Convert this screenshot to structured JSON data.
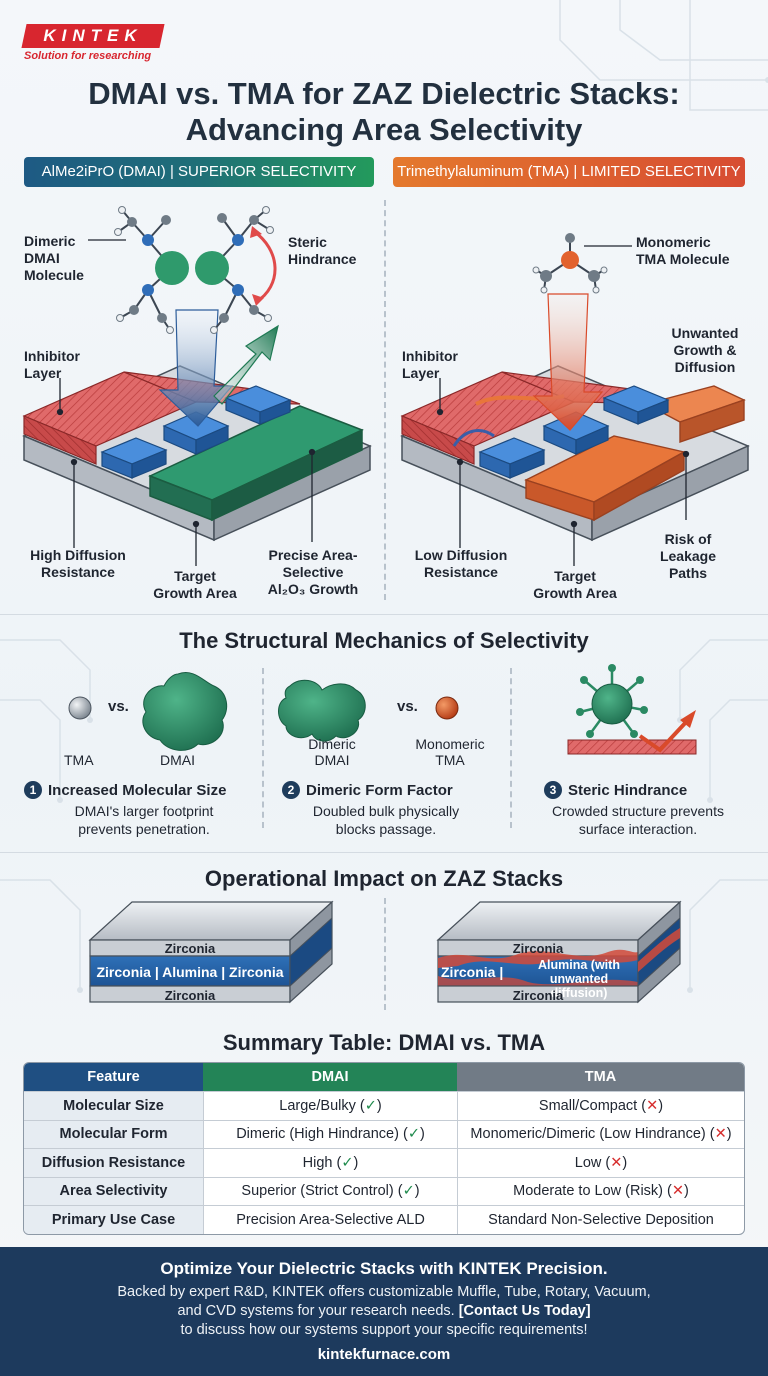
{
  "brand": {
    "logo": "KINTEK",
    "tagline": "Solution for researching"
  },
  "title": {
    "line1": "DMAI vs. TMA for ZAZ Dielectric Stacks:",
    "line2": "Advancing Area Selectivity"
  },
  "colors": {
    "dmai_green": "#239a5c",
    "tma_orange": "#e4792d",
    "navy": "#1d3a5d",
    "inhibitor_red": "#d94b4b",
    "substrate_blue": "#2f73c4"
  },
  "left_panel": {
    "header": "AlMe2iPrO (DMAI) | SUPERIOR SELECTIVITY",
    "molecule_label": [
      "Dimeric",
      "DMAI",
      "Molecule"
    ],
    "steric_label": [
      "Steric",
      "Hindrance"
    ],
    "inhibitor_label": [
      "Inhibitor",
      "Layer"
    ],
    "diffusion_label": [
      "High Diffusion",
      "Resistance"
    ],
    "target_label": [
      "Target",
      "Growth Area"
    ],
    "growth_label": [
      "Precise Area-",
      "Selective",
      "Al₂O₃ Growth"
    ]
  },
  "right_panel": {
    "header": "Trimethylaluminum (TMA) | LIMITED SELECTIVITY",
    "molecule_label": [
      "Monomeric",
      "TMA Molecule"
    ],
    "unwanted_label": [
      "Unwanted",
      "Growth &",
      "Diffusion"
    ],
    "inhibitor_label": [
      "Inhibitor",
      "Layer"
    ],
    "diffusion_label": [
      "Low Diffusion",
      "Resistance"
    ],
    "target_label": [
      "Target",
      "Growth Area"
    ],
    "risk_label": [
      "Risk of",
      "Leakage",
      "Paths"
    ]
  },
  "mechanics": {
    "heading": "The Structural Mechanics of Selectivity",
    "vs": "vs.",
    "items": [
      {
        "num": "1",
        "title": "Increased Molecular Size",
        "body": [
          "DMAI's larger footprint",
          "prevents penetration."
        ],
        "left": "TMA",
        "right": "DMAI"
      },
      {
        "num": "2",
        "title": "Dimeric Form Factor",
        "body": [
          "Doubled bulk physically",
          "blocks passage."
        ],
        "left": [
          "Dimeric",
          "DMAI"
        ],
        "right": [
          "Monomeric",
          "TMA"
        ]
      },
      {
        "num": "3",
        "title": "Steric Hindrance",
        "body": [
          "Crowded structure prevents",
          "surface interaction."
        ]
      }
    ]
  },
  "impact": {
    "heading": "Operational Impact on ZAZ Stacks",
    "left_stack": {
      "top": "Zirconia",
      "middle": "Zirconia | Alumina | Zirconia",
      "bottom": "Zirconia"
    },
    "right_stack": {
      "top": "Zirconia",
      "middle_a": "Zirconia |",
      "middle_b": [
        "Alumina (with",
        "unwanted diffusion)"
      ],
      "bottom": "Zirconia"
    }
  },
  "summary": {
    "heading": "Summary Table: DMAI vs. TMA",
    "columns": [
      "Feature",
      "DMAI",
      "TMA"
    ],
    "rows": [
      {
        "feature": "Molecular Size",
        "dmai": "Large/Bulky",
        "dmai_mark": "✓",
        "tma": "Small/Compact",
        "tma_mark": "✕"
      },
      {
        "feature": "Molecular Form",
        "dmai": "Dimeric (High Hindrance)",
        "dmai_mark": "✓",
        "tma": "Monomeric/Dimeric (Low Hindrance)",
        "tma_mark": "✕"
      },
      {
        "feature": "Diffusion Resistance",
        "dmai": "High",
        "dmai_mark": "✓",
        "tma": "Low",
        "tma_mark": "✕"
      },
      {
        "feature": "Area Selectivity",
        "dmai": "Superior (Strict Control)",
        "dmai_mark": "✓",
        "tma": "Moderate to Low (Risk)",
        "tma_mark": "✕"
      },
      {
        "feature": "Primary Use Case",
        "dmai": "Precision Area-Selective ALD",
        "dmai_mark": "",
        "tma": "Standard Non-Selective Deposition",
        "tma_mark": ""
      }
    ]
  },
  "footer": {
    "heading": "Optimize Your Dielectric Stacks with KINTEK Precision.",
    "body1": "Backed by expert R&D, KINTEK offers customizable Muffle, Tube, Rotary, Vacuum,",
    "body2a": "and CVD systems for your research needs. ",
    "body2b": "[Contact Us Today]",
    "body3": "to discuss how our systems support your specific requirements!",
    "url": "kintekfurnace.com"
  }
}
